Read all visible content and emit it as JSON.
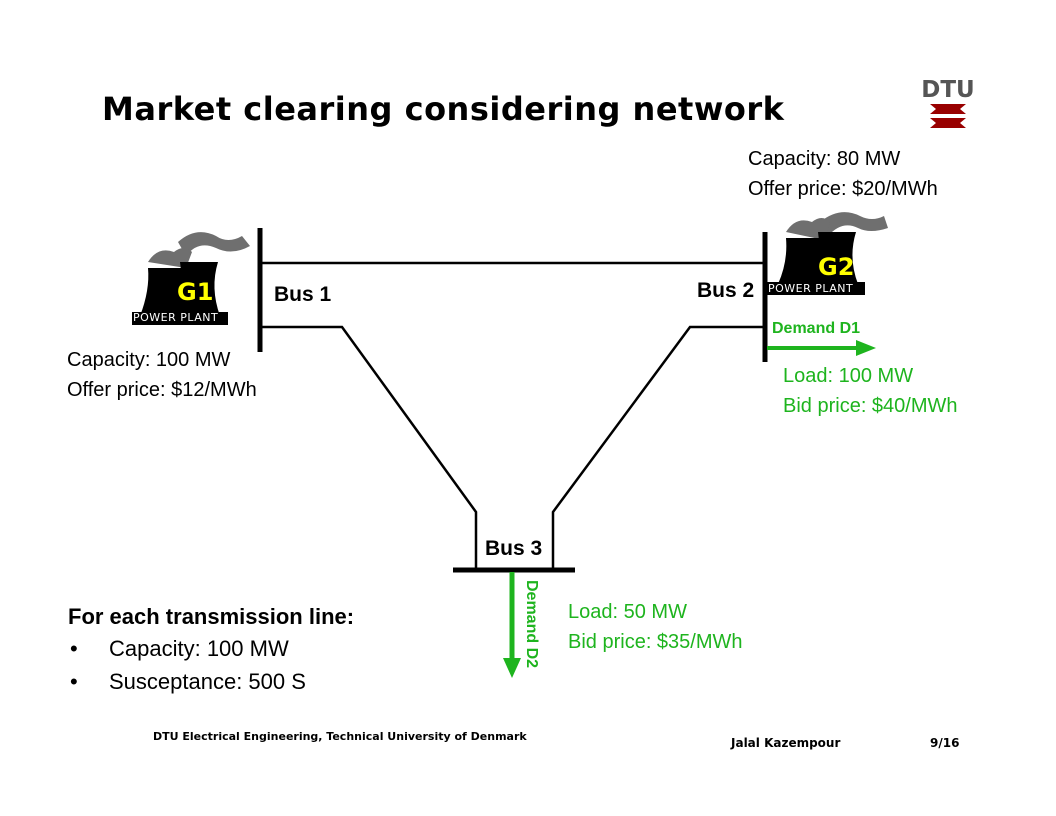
{
  "title": "Market clearing considering network",
  "logo": {
    "text": "DTU",
    "color": "#990000"
  },
  "buses": {
    "bus1": "Bus 1",
    "bus2": "Bus 2",
    "bus3": "Bus 3"
  },
  "g1": {
    "label": "G1",
    "plant_text": "POWER PLANT",
    "capacity": "Capacity: 100 MW",
    "offer": "Offer price: $12/MWh"
  },
  "g2": {
    "label": "G2",
    "plant_text": "POWER PLANT",
    "capacity": "Capacity: 80 MW",
    "offer": "Offer price: $20/MWh"
  },
  "d1": {
    "label": "Demand D1",
    "load": "Load: 100 MW",
    "bid": "Bid price: $40/MWh"
  },
  "d2": {
    "label": "Demand D2",
    "load": "Load: 50 MW",
    "bid": "Bid price: $35/MWh"
  },
  "lines": {
    "heading": "For each transmission line:",
    "bullets": [
      "Capacity: 100 MW",
      "Susceptance: 500 S"
    ]
  },
  "footer": {
    "left": "DTU Electrical Engineering, Technical University of Denmark",
    "author": "Jalal Kazempour",
    "page": "9/16"
  },
  "colors": {
    "demand": "#1eb41e",
    "plant_label": "#ffff00",
    "logo": "#990000"
  }
}
